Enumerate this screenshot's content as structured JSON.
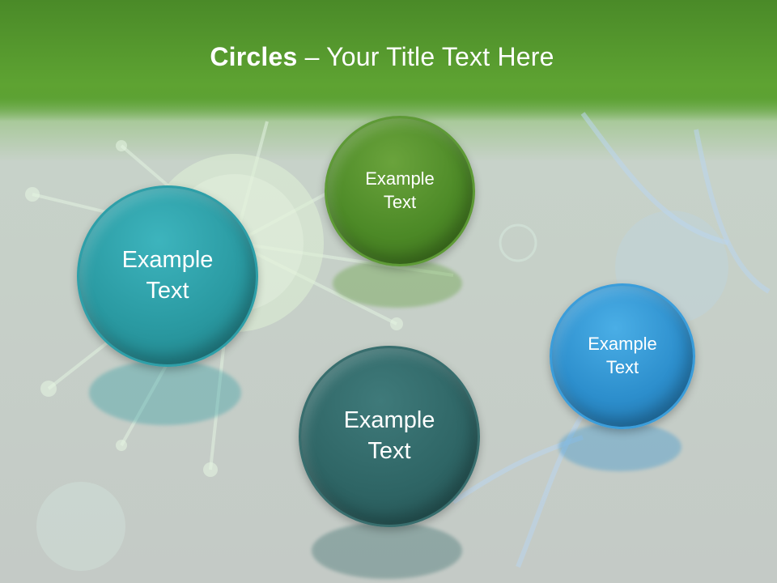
{
  "slide": {
    "title_bold": "Circles",
    "title_rest": " – Your Title Text Here",
    "colors": {
      "header": "#5aa035",
      "background": "#c4cac6",
      "circle_green": "#4d8a27",
      "circle_teal": "#2a9aa2",
      "circle_blue": "#2d8fcd",
      "circle_dark": "#2f6666"
    },
    "circles": [
      {
        "line1": "Example",
        "line2": "Text"
      },
      {
        "line1": "Example",
        "line2": "Text"
      },
      {
        "line1": "Example",
        "line2": "Text"
      },
      {
        "line1": "Example",
        "line2": "Text"
      }
    ]
  }
}
